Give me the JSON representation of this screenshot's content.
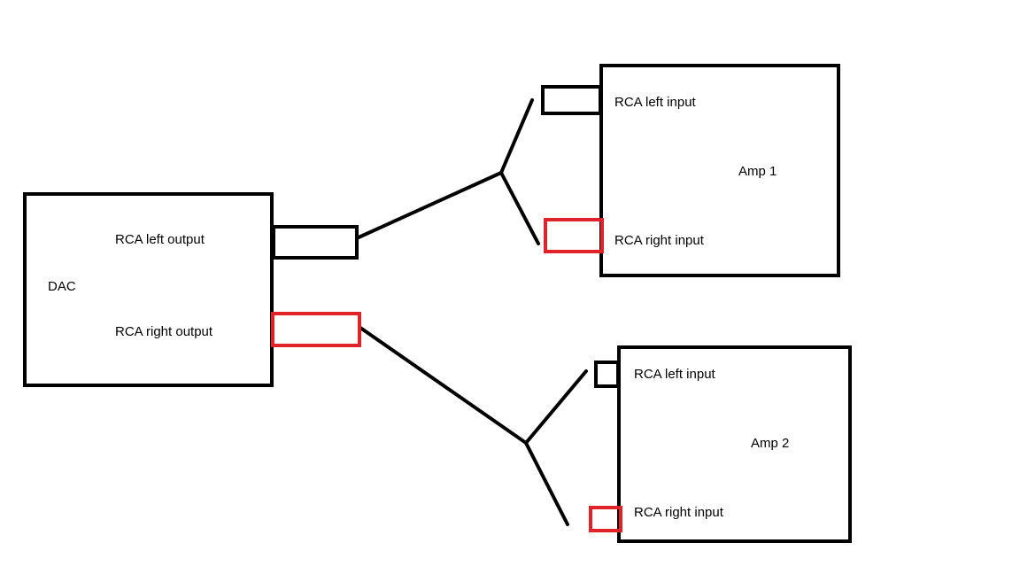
{
  "colors": {
    "outline": "#000000",
    "right_channel": "#e0222a",
    "background": "#ffffff"
  },
  "dac": {
    "name": "DAC",
    "left_output_label": "RCA left output",
    "right_output_label": "RCA right output"
  },
  "amp1": {
    "name": "Amp 1",
    "left_input_label": "RCA left input",
    "right_input_label": "RCA right input"
  },
  "amp2": {
    "name": "Amp 2",
    "left_input_label": "RCA left input",
    "right_input_label": "RCA right input"
  }
}
